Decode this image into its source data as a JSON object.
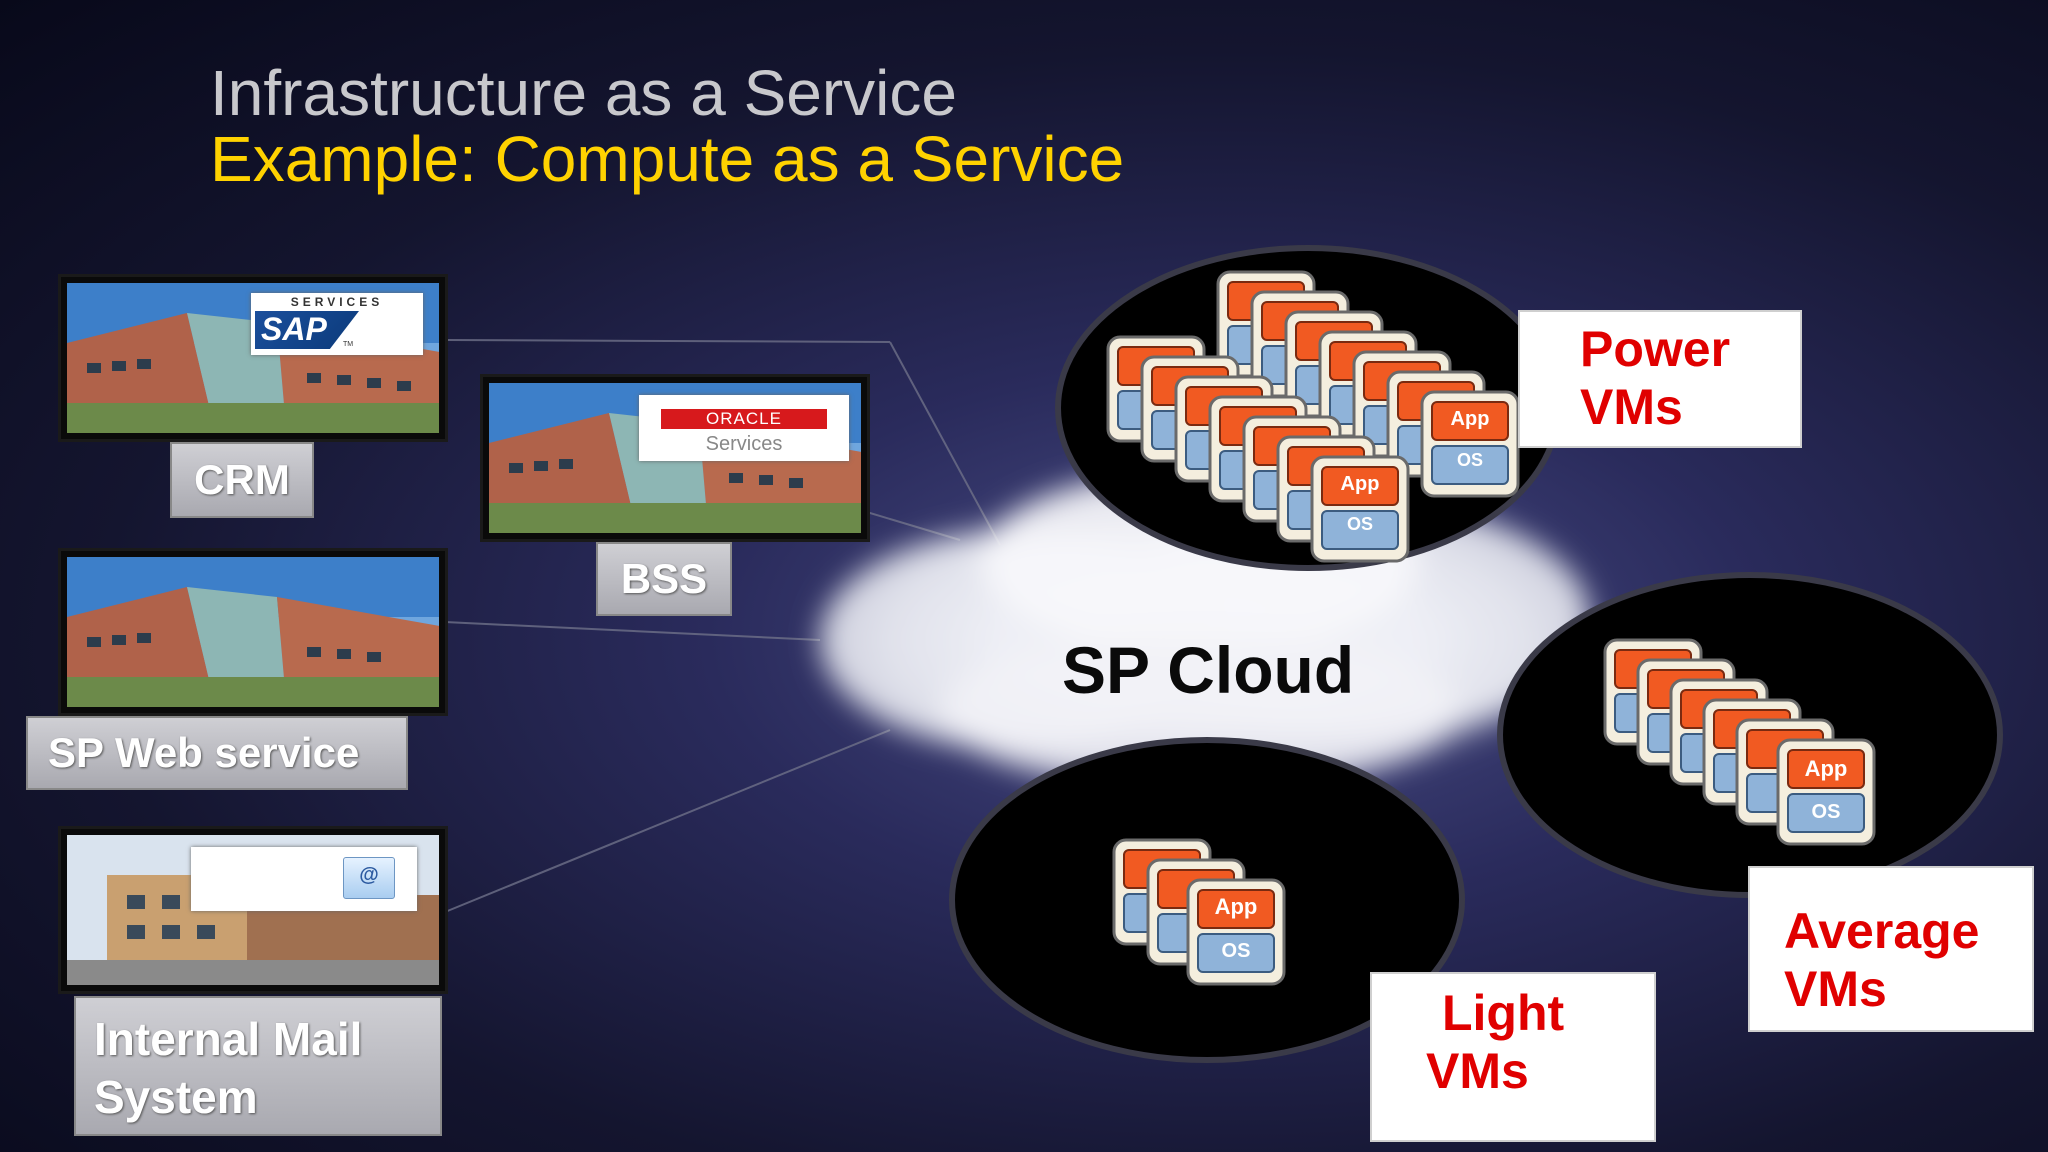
{
  "title": {
    "line1": "Infrastructure as a Service",
    "line2": "Example: Compute as a Service"
  },
  "systems": {
    "crm": {
      "label": "CRM",
      "logo_top": "SERVICES",
      "logo_main": "SAP",
      "logo_tm": "TM"
    },
    "bss": {
      "label": "BSS",
      "logo_top": "ORACLE",
      "logo_sub": "Services"
    },
    "web": {
      "label": "SP Web service"
    },
    "mail": {
      "label_line1": "Internal Mail",
      "label_line2": "System",
      "logo_glyph": "@"
    }
  },
  "cloud": {
    "label": "SP Cloud"
  },
  "vm_stack": {
    "app_label": "App",
    "os_label": "OS"
  },
  "vm_groups": {
    "power": {
      "line1": "Power",
      "line2": "VMs"
    },
    "average": {
      "line1": "Average",
      "line2": "VMs"
    },
    "light": {
      "line1": "Light",
      "line2": "VMs"
    }
  },
  "colors": {
    "title_secondary": "#ffd200",
    "vm_label": "#e00000",
    "app": "#f15a22",
    "os": "#8fb3d9"
  }
}
